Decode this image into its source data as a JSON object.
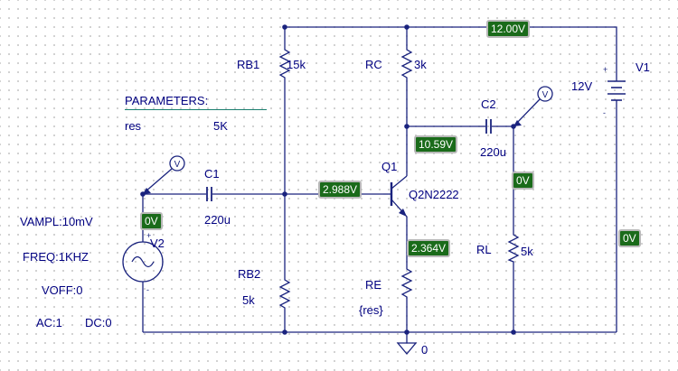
{
  "components": {
    "rb1": {
      "name": "RB1",
      "value": "15k"
    },
    "rc": {
      "name": "RC",
      "value": "3k"
    },
    "rb2": {
      "name": "RB2",
      "value": "5k"
    },
    "re": {
      "name": "RE",
      "value": "{res}"
    },
    "rl": {
      "name": "RL",
      "value": "5k"
    },
    "c1": {
      "name": "C1",
      "value": "220u"
    },
    "c2": {
      "name": "C2",
      "value": "220u"
    },
    "q1": {
      "name": "Q1",
      "model": "Q2N2222"
    },
    "v1": {
      "name": "V1",
      "value": "12V"
    },
    "v2": {
      "name": "V2",
      "vampl": "VAMPL:10mV",
      "freq": "FREQ:1KHZ",
      "voff": "VOFF:0",
      "ac": "AC:1",
      "dc": "DC:0"
    }
  },
  "parameters": {
    "title": "PARAMETERS:",
    "name": "res",
    "value": "5K"
  },
  "ground_label": "0",
  "probe_label": "V",
  "voltage_labels": {
    "supply": "12.00V",
    "collector": "10.59V",
    "base": "2.988V",
    "emitter": "2.364V",
    "output": "0V",
    "input": "0V",
    "v1_neg": "0V"
  },
  "colors": {
    "wire": "#1a237e",
    "component": "#1a237e",
    "text": "#000080",
    "voltage_box_bg": "#1a6b1a",
    "voltage_box_text": "#ffffff",
    "voltage_box_border": "#b9b9b9",
    "parameters_underline": "#1a7f6f"
  }
}
